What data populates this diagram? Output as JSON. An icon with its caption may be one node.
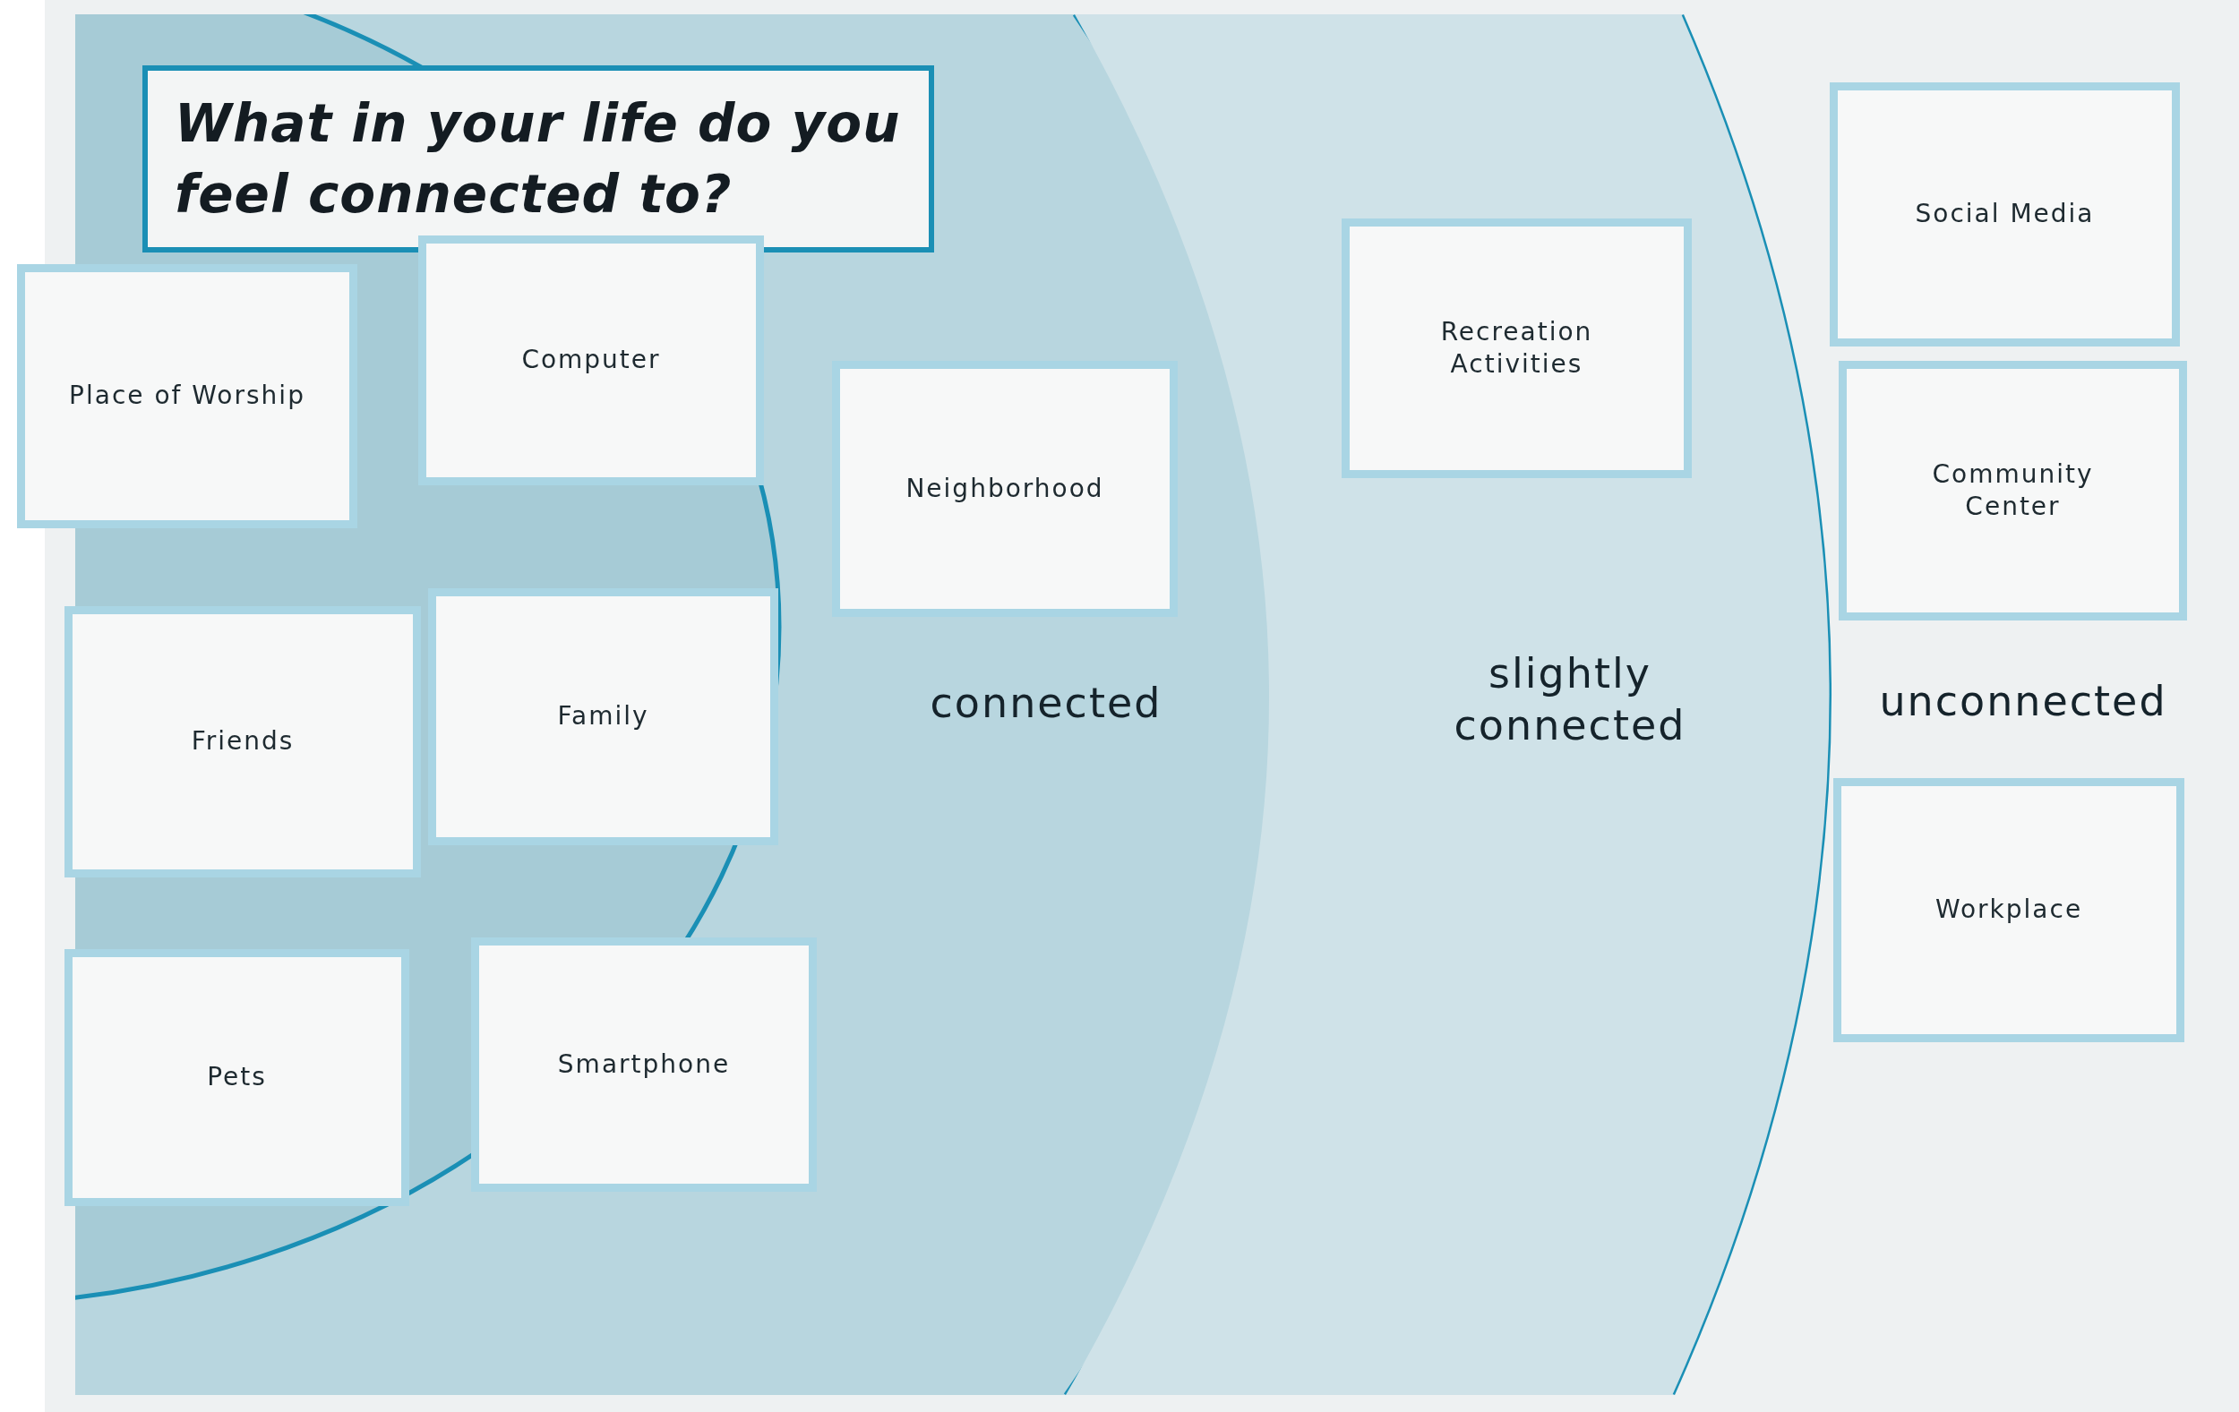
{
  "diagram": {
    "nodes": [
      {
        "text": [
          "connected"
        ]
      },
      {
        "text": [
          "What in your life do you feel connected to?"
        ],
        "in": 0
      },
      {
        "text": [
          "Place of Worship"
        ],
        "in": 0
      },
      {
        "text": [
          "Computer"
        ],
        "in": 0
      },
      {
        "text": [
          "Neighborhood"
        ],
        "in": 0
      },
      {
        "text": [
          "Friends"
        ],
        "in": 0
      },
      {
        "text": [
          "Family"
        ],
        "in": 0
      },
      {
        "text": [
          "Pets"
        ],
        "in": 0
      },
      {
        "text": [
          "Smartphone"
        ],
        "in": 0
      },
      {
        "text": [
          "slightly connected"
        ]
      },
      {
        "text": [
          "Recreation Activities"
        ],
        "in": 9
      },
      {
        "text": [
          "unconnected"
        ]
      },
      {
        "text": [
          "Social Media"
        ],
        "in": 11
      },
      {
        "text": [
          "Community Center"
        ],
        "in": 11
      },
      {
        "text": [
          "Workplace"
        ],
        "in": 11
      }
    ]
  }
}
